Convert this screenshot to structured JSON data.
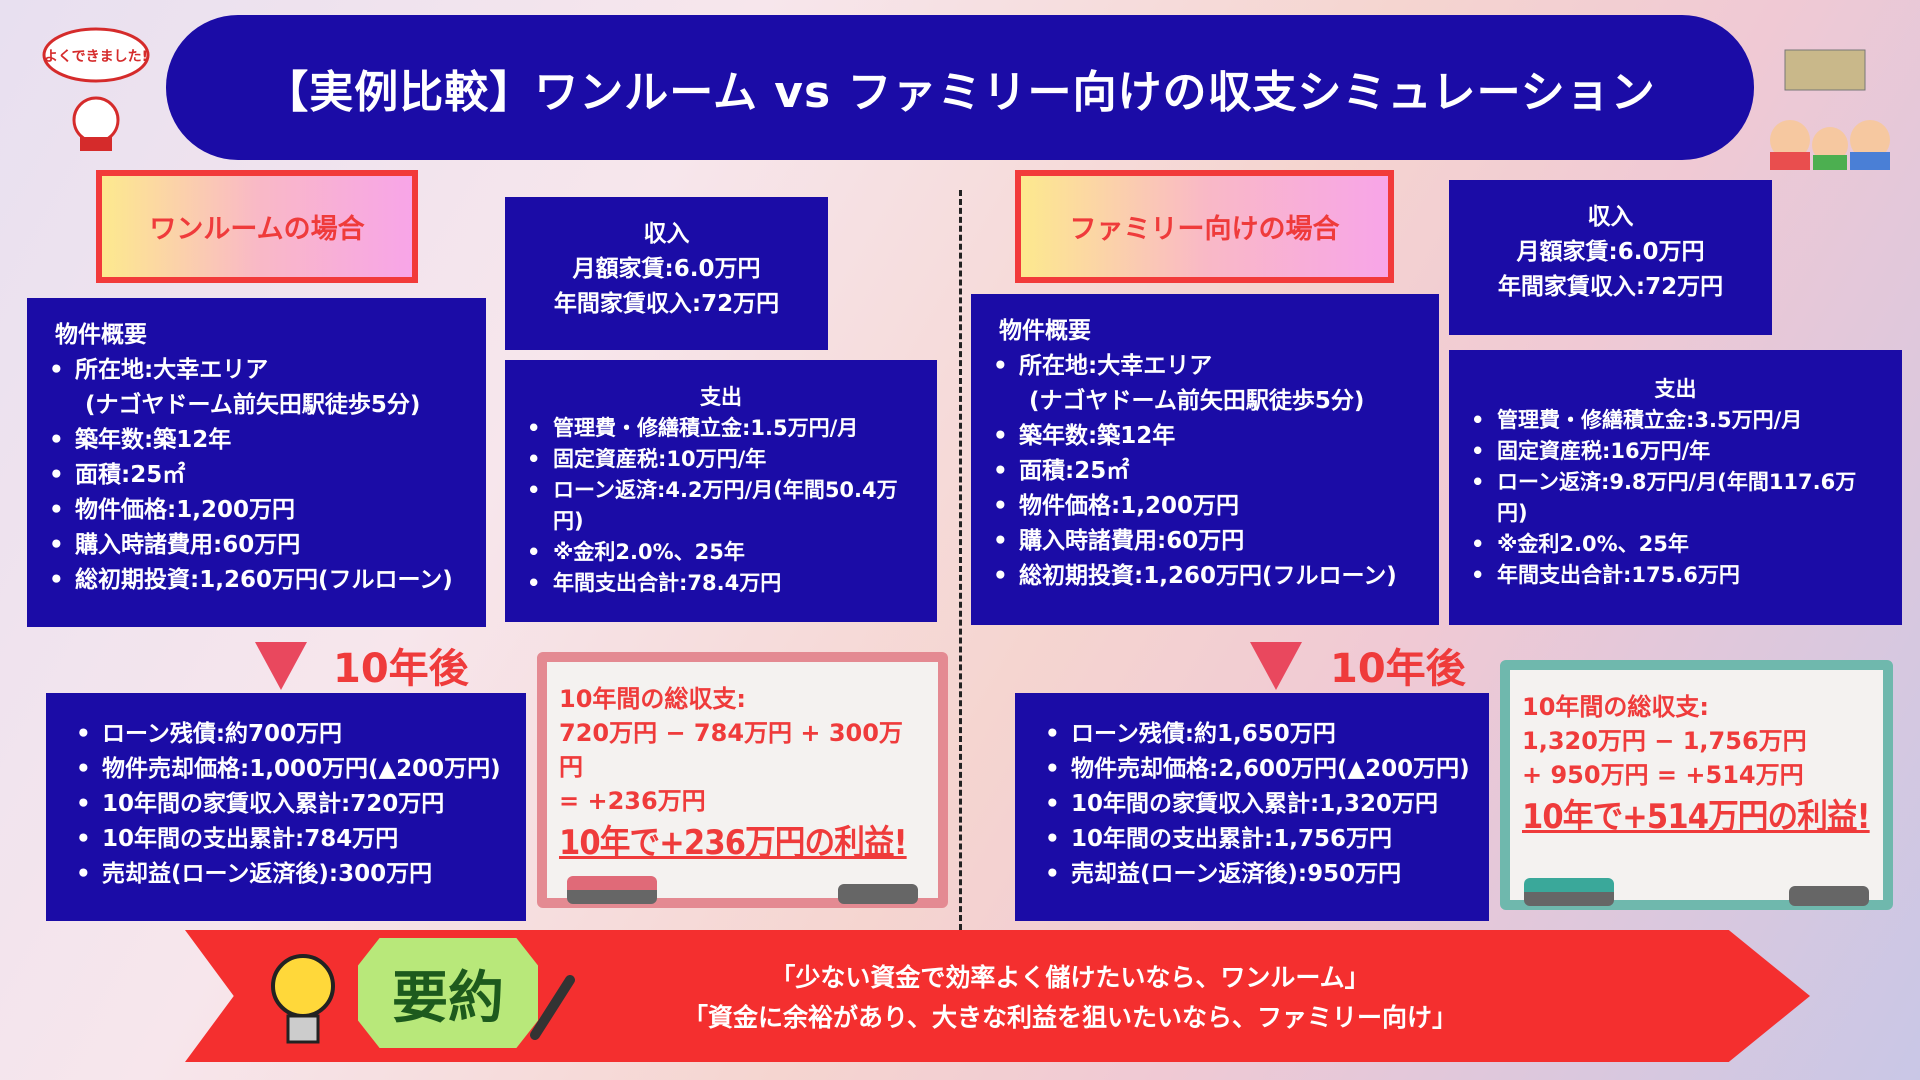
{
  "title": "【実例比較】ワンルーム vs ファミリー向けの収支シミュレーション",
  "badge_text": "よくできました!",
  "left": {
    "header": "ワンルームの場合",
    "income": {
      "title": "収入",
      "lines": [
        "月額家賃:6.0万円",
        "年間家賃収入:72万円"
      ]
    },
    "property": {
      "title": "物件概要",
      "items": [
        "所在地:大幸エリア",
        "(ナゴヤドーム前矢田駅徒歩5分)",
        "築年数:築12年",
        "面積:25㎡",
        "物件価格:1,200万円",
        "購入時諸費用:60万円",
        "総初期投資:1,260万円(フルローン)"
      ]
    },
    "expense": {
      "title": "支出",
      "items": [
        "管理費・修繕積立金:1.5万円/月",
        "固定資産税:10万円/年",
        "ローン返済:4.2万円/月(年間50.4万円)",
        "※金利2.0%、25年",
        "年間支出合計:78.4万円"
      ]
    },
    "after_label": "10年後",
    "after_items": [
      "ローン残債:約700万円",
      "物件売却価格:1,000万円(▲200万円)",
      "10年間の家賃収入累計:720万円",
      "10年間の支出累計:784万円",
      "売却益(ローン返済後):300万円"
    ],
    "board": {
      "lines": [
        "10年間の総収支:",
        "720万円 − 784万円 + 300万円",
        "= +236万円"
      ],
      "result": "10年で+236万円の利益!"
    }
  },
  "right": {
    "header": "ファミリー向けの場合",
    "income": {
      "title": "収入",
      "lines": [
        "月額家賃:6.0万円",
        "年間家賃収入:72万円"
      ]
    },
    "property": {
      "title": "物件概要",
      "items": [
        "所在地:大幸エリア",
        "(ナゴヤドーム前矢田駅徒歩5分)",
        "築年数:築12年",
        "面積:25㎡",
        "物件価格:1,200万円",
        "購入時諸費用:60万円",
        "総初期投資:1,260万円(フルローン)"
      ]
    },
    "expense": {
      "title": "支出",
      "items": [
        "管理費・修繕積立金:3.5万円/月",
        "固定資産税:16万円/年",
        "ローン返済:9.8万円/月(年間117.6万円)",
        "※金利2.0%、25年",
        "年間支出合計:175.6万円"
      ]
    },
    "after_label": "10年後",
    "after_items": [
      "ローン残債:約1,650万円",
      "物件売却価格:2,600万円(▲200万円)",
      "10年間の家賃収入累計:1,320万円",
      "10年間の支出累計:1,756万円",
      "売却益(ローン返済後):950万円"
    ],
    "board": {
      "lines": [
        "10年間の総収支:",
        "1,320万円 − 1,756万円",
        "+ 950万円 = +514万円"
      ],
      "result": "10年で+514万円の利益!"
    }
  },
  "summary": {
    "label": "要約",
    "lines": [
      "「少ない資金で効率よく儲けたいなら、ワンルーム」",
      "「資金に余裕があり、大きな利益を狙いたいなら、ファミリー向け」"
    ]
  }
}
